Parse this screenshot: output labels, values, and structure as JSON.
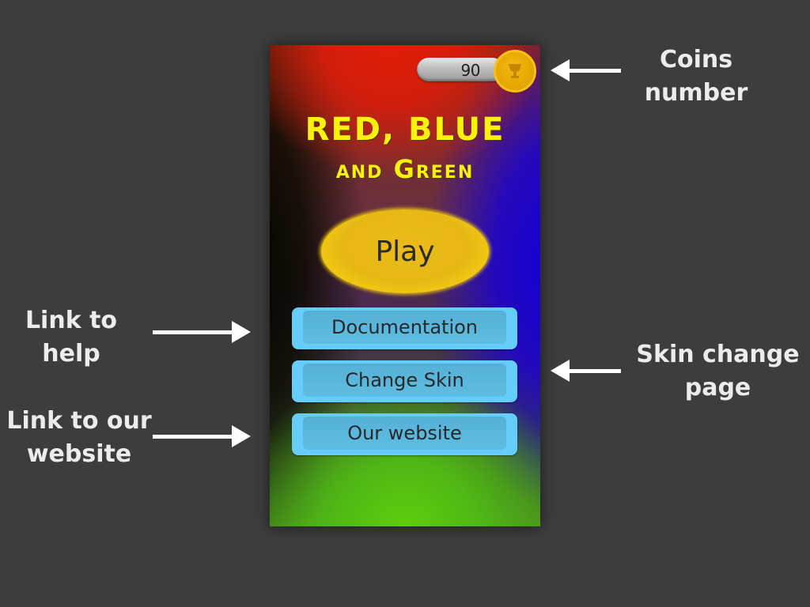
{
  "game": {
    "coins": {
      "value": "90",
      "icon": "trophy-coin-icon"
    },
    "title": {
      "line1": "RED, BLUE",
      "line2": "and Green"
    },
    "buttons": {
      "play": "Play",
      "documentation": "Documentation",
      "change_skin": "Change Skin",
      "our_website": "Our website"
    },
    "colors": {
      "title": "#fbf10c",
      "play_button": "#e7b814",
      "menu_button": "#66ccfa",
      "coin": "#e6a800"
    }
  },
  "annotations": {
    "coins": "Coins number",
    "help": "Link to help",
    "website": "Link to our website",
    "skin": "Skin change page"
  }
}
